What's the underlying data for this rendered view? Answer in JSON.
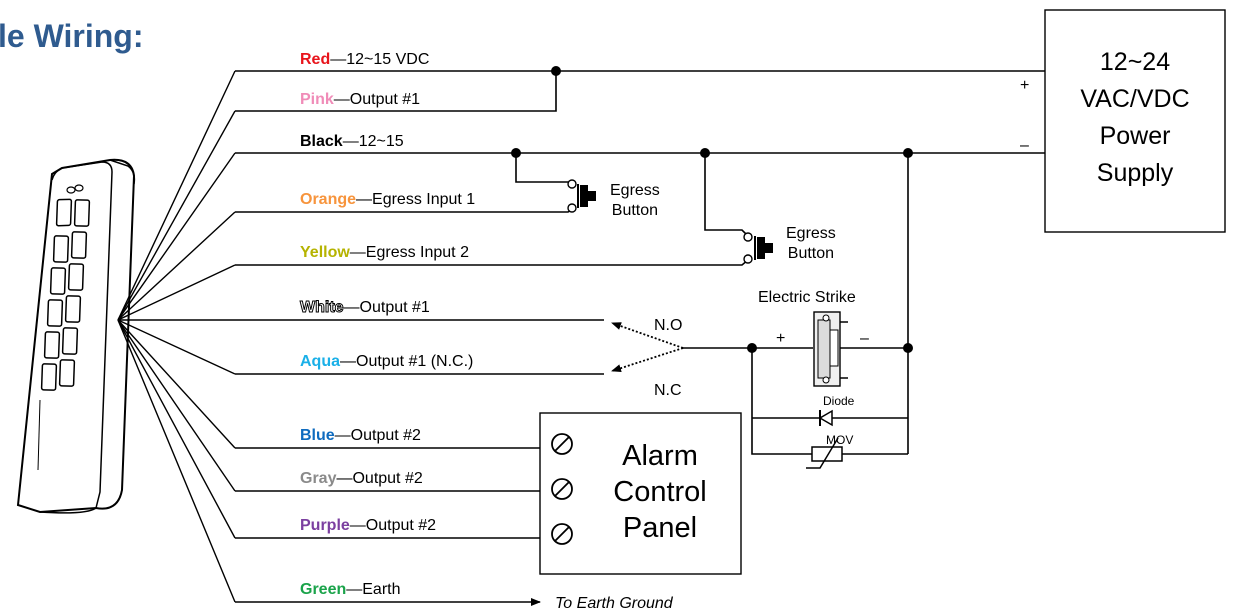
{
  "title": "le Wiring:",
  "wires": [
    {
      "color_name": "Red",
      "desc": "—12~15 VDC",
      "color": "#e8141b"
    },
    {
      "color_name": "Pink",
      "desc": "—Output #1",
      "color": "#f08cb8"
    },
    {
      "color_name": "Black",
      "desc": "—12~15",
      "color": "#000000"
    },
    {
      "color_name": "Orange",
      "desc": "—Egress Input 1",
      "color": "#f7943c"
    },
    {
      "color_name": "Yellow",
      "desc": "—Egress Input 2",
      "color": "#b5b300"
    },
    {
      "color_name": "White",
      "desc": "—Output #1",
      "color": "#ffffff"
    },
    {
      "color_name": "Aqua",
      "desc": "—Output #1 (N.C.)",
      "color": "#1ab0e8"
    },
    {
      "color_name": "Blue",
      "desc": "—Output #2",
      "color": "#0e6bbf"
    },
    {
      "color_name": "Gray",
      "desc": "—Output #2",
      "color": "#8a8a8a"
    },
    {
      "color_name": "Purple",
      "desc": "—Output #2",
      "color": "#7b3fa0"
    },
    {
      "color_name": "Green",
      "desc": "—Earth",
      "color": "#1aa34a"
    }
  ],
  "power_supply": {
    "line1": "12~24",
    "line2": "VAC/VDC",
    "line3": "Power",
    "line4": "Supply",
    "plus": "+",
    "minus": "–"
  },
  "egress1": {
    "line1": "Egress",
    "line2": "Button"
  },
  "egress2": {
    "line1": "Egress",
    "line2": "Button"
  },
  "strike": {
    "label": "Electric Strike",
    "plus": "+",
    "minus": "–"
  },
  "contacts": {
    "no": "N.O",
    "nc": "N.C"
  },
  "diode": "Diode",
  "mov": "MOV",
  "alarm": {
    "line1": "Alarm",
    "line2": "Control",
    "line3": "Panel"
  },
  "earth": "To Earth Ground",
  "accent_color": "#2f5b8f"
}
